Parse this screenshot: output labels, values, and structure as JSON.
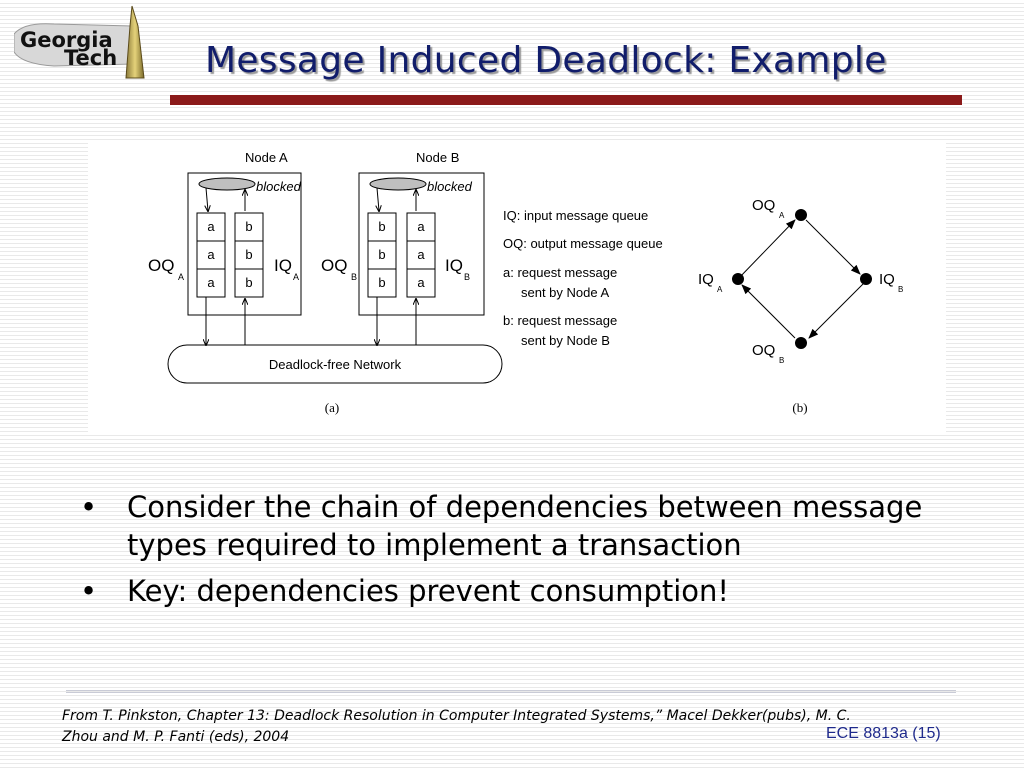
{
  "logo": {
    "line1": "Georgia",
    "line2": "Tech"
  },
  "title": "Message Induced Deadlock: Example",
  "diagram_a": {
    "node_a": {
      "label": "Node A",
      "blocked": "blocked",
      "oq_label": "OQ",
      "oq_sub": "A",
      "iq_label": "IQ",
      "iq_sub": "A",
      "oq_cells": [
        "a",
        "a",
        "a"
      ],
      "iq_cells": [
        "b",
        "b",
        "b"
      ]
    },
    "node_b": {
      "label": "Node B",
      "blocked": "blocked",
      "oq_label": "OQ",
      "oq_sub": "B",
      "iq_label": "IQ",
      "iq_sub": "B",
      "oq_cells": [
        "b",
        "b",
        "b"
      ],
      "iq_cells": [
        "a",
        "a",
        "a"
      ]
    },
    "network": "Deadlock-free Network",
    "caption": "(a)"
  },
  "legend": {
    "iq": "IQ: input message queue",
    "oq": "OQ: output message queue",
    "a_line1": "a: request message",
    "a_line2": "sent by Node A",
    "b_line1": "b: request message",
    "b_line2": "sent by Node B"
  },
  "diagram_b": {
    "top": {
      "label": "OQ",
      "sub": "A"
    },
    "left": {
      "label": "IQ",
      "sub": "A"
    },
    "right": {
      "label": "IQ",
      "sub": "B"
    },
    "bottom": {
      "label": "OQ",
      "sub": "B"
    },
    "caption": "(b)"
  },
  "bullets": [
    {
      "marker": "•",
      "text": "Consider the chain of dependencies between message types required to implement a transaction"
    },
    {
      "marker": "•",
      "text": "Key: dependencies prevent consumption!"
    }
  ],
  "citation": "From T. Pinkston, Chapter 13: Deadlock Resolution in Computer Integrated Systems,” Macel Dekker(pubs), M. C. Zhou and M. P. Fanti (eds), 2004",
  "footer": "ECE 8813a  (15)",
  "colors": {
    "title": "#111d6b",
    "rule": "#8b1a1a",
    "footer": "#1f2a8c",
    "logo_gold": "#c9a227"
  }
}
